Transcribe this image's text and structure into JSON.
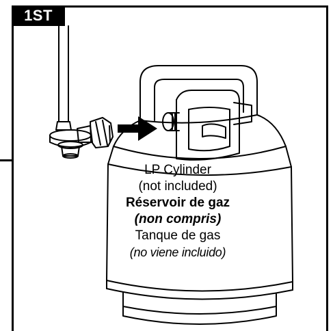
{
  "step": {
    "badge": "1ST"
  },
  "cylinder_label": {
    "en_title": "LP Cylinder",
    "en_note": "(not included)",
    "fr_title": "Réservoir de gaz",
    "fr_note": "(non compris)",
    "es_title": "Tanque de gas",
    "es_note": "(no viene incluido)"
  },
  "icons": {
    "arrow": "arrow-right-icon",
    "regulator": "regulator-icon",
    "valve": "cylinder-valve-icon"
  },
  "colors": {
    "line": "#000000",
    "badge_bg": "#000000",
    "badge_text": "#ffffff"
  }
}
